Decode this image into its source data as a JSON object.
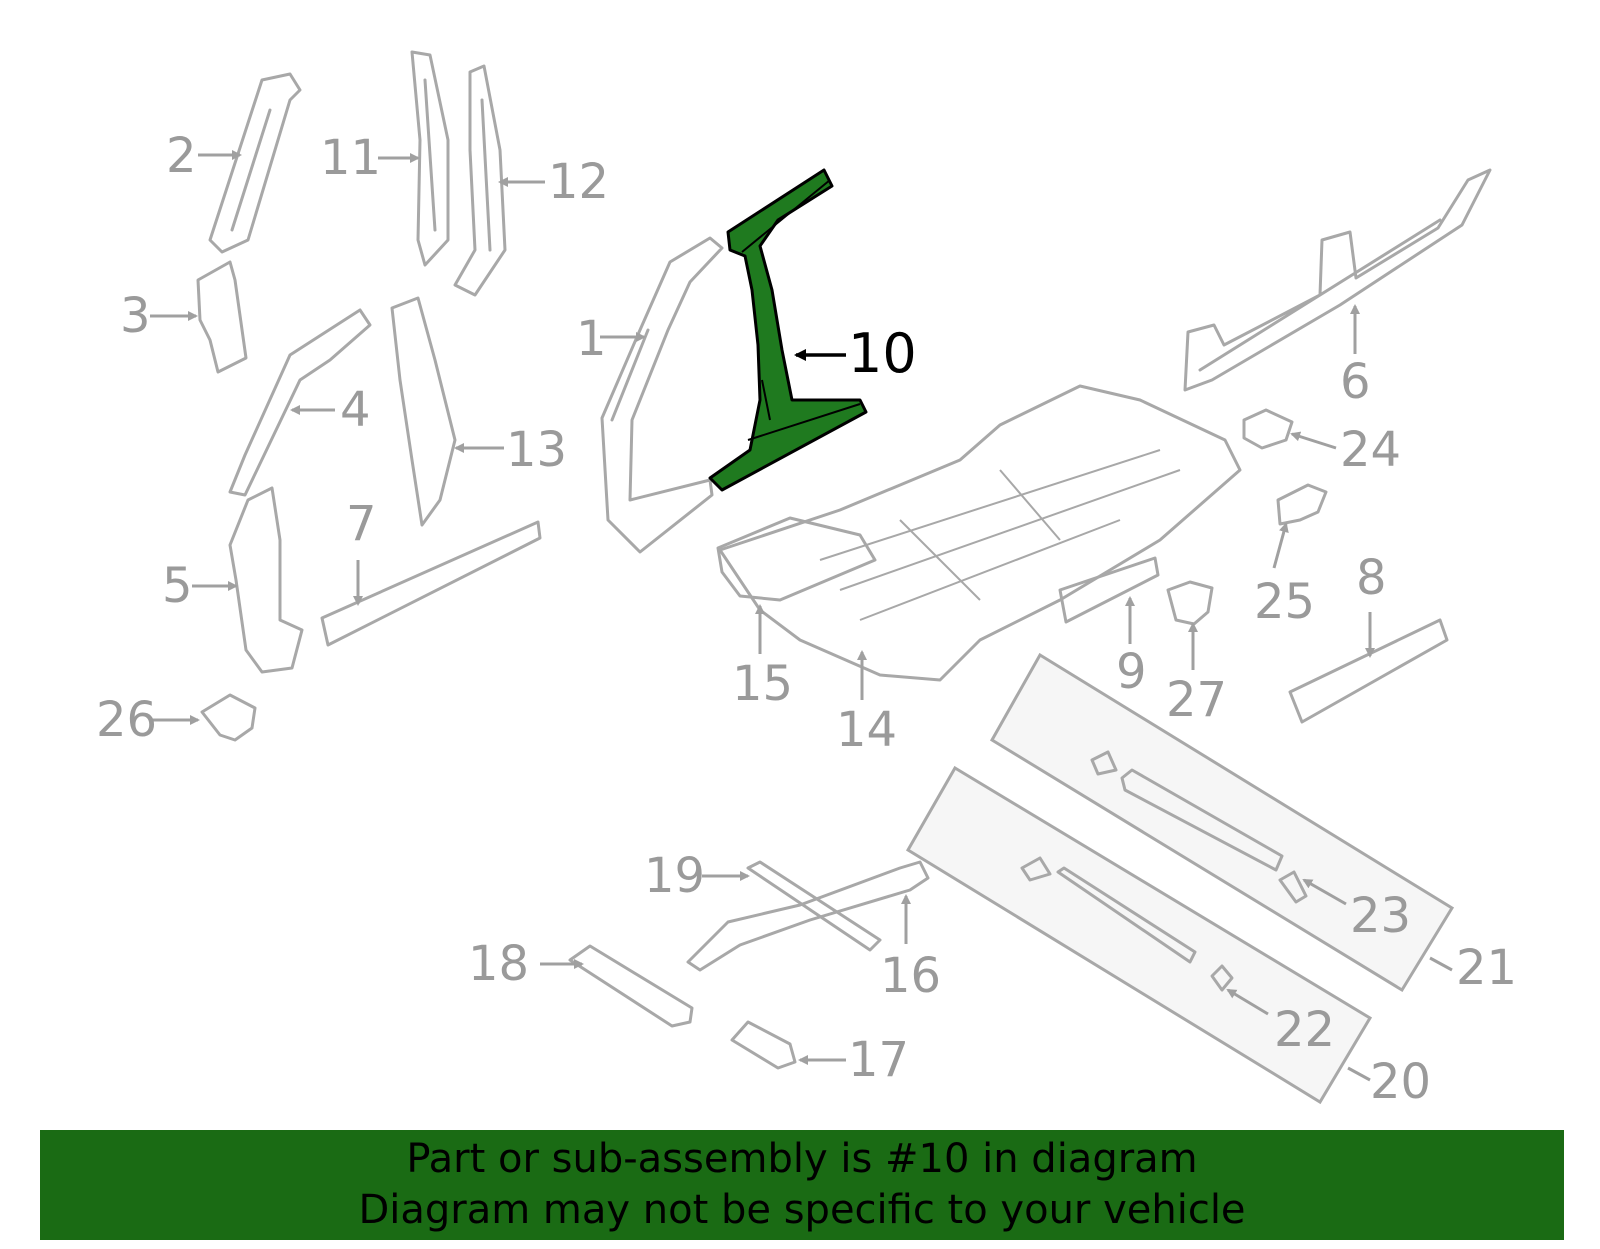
{
  "diagram": {
    "highlight_color": "#1f7a1f",
    "highlight_label": "10",
    "labels": [
      "1",
      "2",
      "3",
      "4",
      "5",
      "6",
      "7",
      "8",
      "9",
      "11",
      "12",
      "13",
      "14",
      "15",
      "16",
      "17",
      "18",
      "19",
      "20",
      "21",
      "22",
      "23",
      "24",
      "25",
      "26",
      "27"
    ]
  },
  "banner": {
    "background": "#1a6b14",
    "line1": "Part or sub-assembly is #10 in diagram",
    "line2": "Diagram may not be specific to your vehicle"
  }
}
